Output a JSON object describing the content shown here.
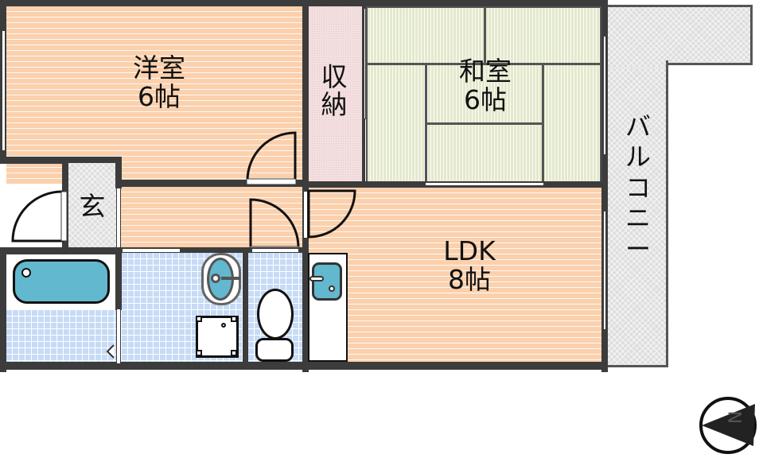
{
  "floorplan": {
    "rooms": {
      "western": {
        "name": "洋室",
        "size": "6帖"
      },
      "japanese": {
        "name": "和室",
        "size": "6帖"
      },
      "closet": {
        "name_line1": "収",
        "name_line2": "納"
      },
      "ldk": {
        "name": "LDK",
        "size": "8帖"
      },
      "entrance": {
        "name": "玄"
      },
      "balcony": {
        "chars": [
          "バ",
          "ル",
          "コ",
          "ニ",
          "ー"
        ]
      }
    },
    "colors": {
      "wood_floor": "#fbd0ad",
      "tatami": "#e3e9cc",
      "closet": "#f4dfe0",
      "tile": "#c7dbf6",
      "fixture_blue": "#62b8cf",
      "wall": "#3c3c3c",
      "balcony": "#dedede"
    },
    "compass": {
      "icon": "north-arrow-icon",
      "direction": "left"
    }
  }
}
